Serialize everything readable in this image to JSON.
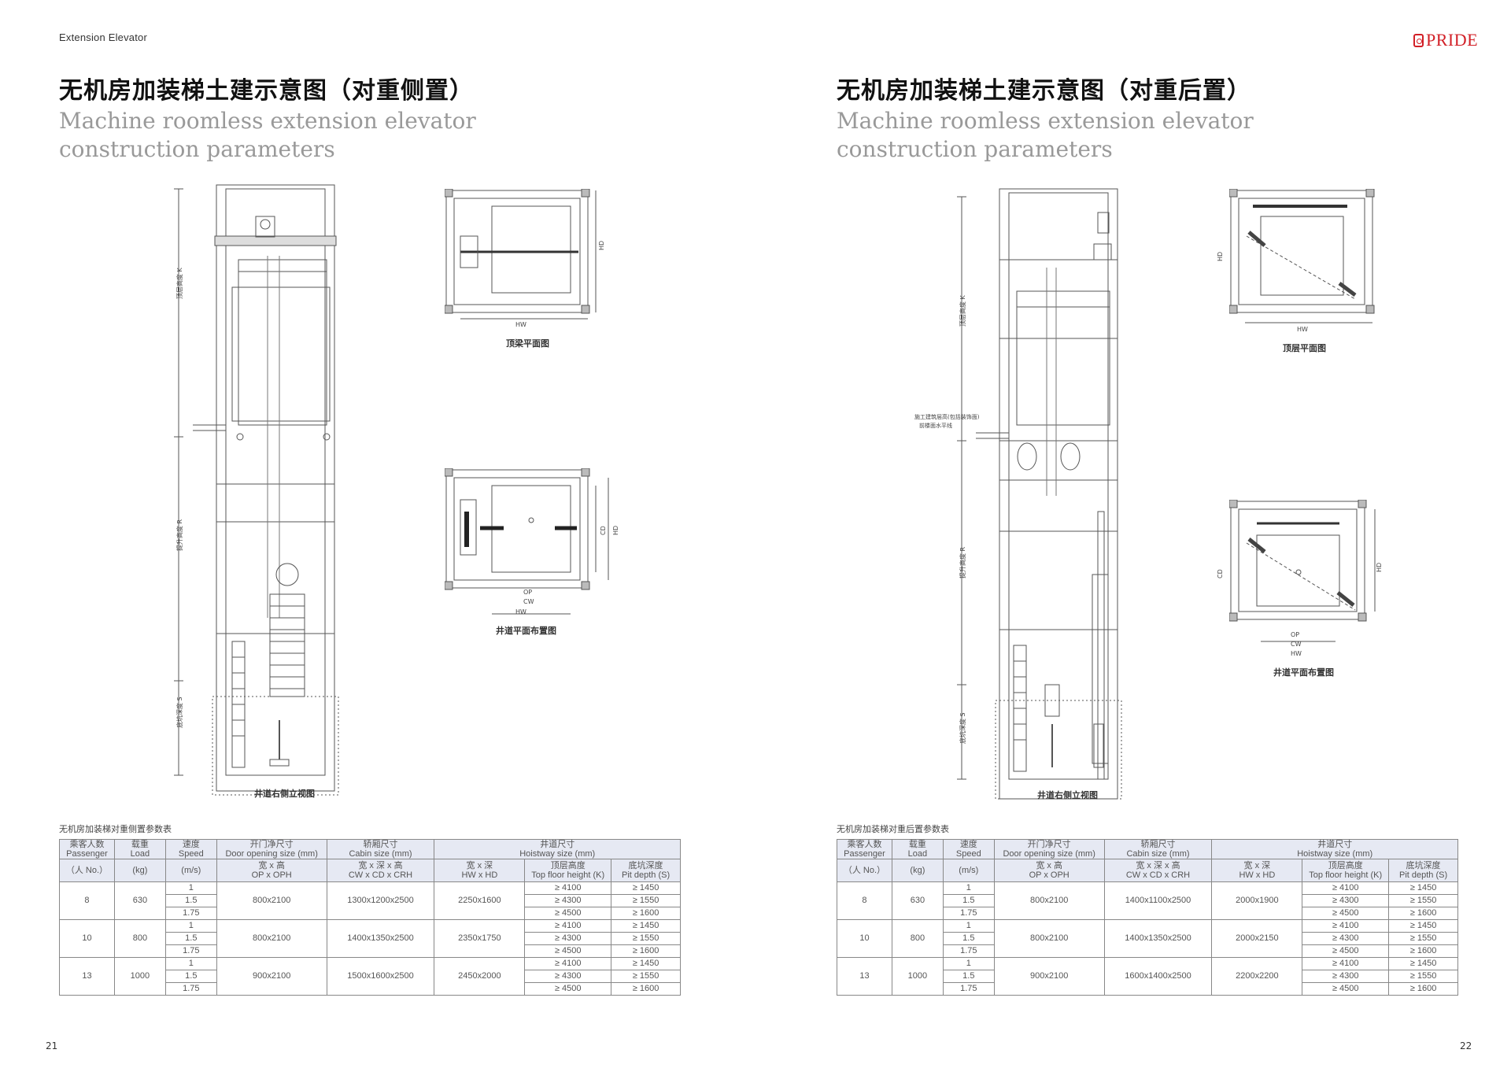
{
  "header": {
    "tag": "Extension Elevator",
    "brand": "PRIDE"
  },
  "left": {
    "title_zh": "无机房加装梯土建示意图（对重侧置）",
    "title_en": [
      "Machine roomless extension elevator",
      "construction parameters"
    ],
    "captions": {
      "elevation": "井道右侧立视图",
      "top_plan": "顶梁平面图",
      "shaft_plan": "井道平面布置图"
    },
    "elev_labels": {
      "top": "顶层高度 K",
      "travel": "提升高度 R",
      "pit": "底坑深度 S"
    },
    "plan_labels": {
      "hw": "HW",
      "hd": "HD",
      "cd": "CD",
      "op": "OP",
      "cw": "CW"
    },
    "table_caption": "无机房加装梯对重侧置参数表",
    "page_number": "21",
    "table": {
      "h": {
        "passenger": [
          "乘客人数",
          "Passenger"
        ],
        "load": [
          "载重",
          "Load"
        ],
        "speed": [
          "速度",
          "Speed"
        ],
        "door": [
          "开门净尺寸",
          "Door opening size (mm)"
        ],
        "cabin": [
          "轿厢尺寸",
          "Cabin size (mm)"
        ],
        "hoistway": [
          "井道尺寸",
          "Hoistway size (mm)"
        ],
        "unit_passenger": "（人 No.）",
        "unit_load": "(kg)",
        "unit_speed": "(m/s)",
        "door_sub": [
          "宽 x 高",
          "OP x OPH"
        ],
        "cabin_sub": [
          "宽 x 深 x 高",
          "CW x CD x CRH"
        ],
        "hw_sub": [
          "宽 x 深",
          "HW x HD"
        ],
        "k_sub": [
          "顶层高度",
          "Top floor height (K)"
        ],
        "s_sub": [
          "底坑深度",
          "Pit depth (S)"
        ]
      },
      "groups": [
        {
          "passenger": "8",
          "load": "630",
          "door": "800x2100",
          "cabin": "1300x1200x2500",
          "hoistway": "2250x1600",
          "rows": [
            {
              "speed": "1",
              "k": "≥ 4100",
              "s": "≥ 1450"
            },
            {
              "speed": "1.5",
              "k": "≥ 4300",
              "s": "≥ 1550"
            },
            {
              "speed": "1.75",
              "k": "≥ 4500",
              "s": "≥ 1600"
            }
          ]
        },
        {
          "passenger": "10",
          "load": "800",
          "door": "800x2100",
          "cabin": "1400x1350x2500",
          "hoistway": "2350x1750",
          "rows": [
            {
              "speed": "1",
              "k": "≥ 4100",
              "s": "≥ 1450"
            },
            {
              "speed": "1.5",
              "k": "≥ 4300",
              "s": "≥ 1550"
            },
            {
              "speed": "1.75",
              "k": "≥ 4500",
              "s": "≥ 1600"
            }
          ]
        },
        {
          "passenger": "13",
          "load": "1000",
          "door": "900x2100",
          "cabin": "1500x1600x2500",
          "hoistway": "2450x2000",
          "rows": [
            {
              "speed": "1",
              "k": "≥ 4100",
              "s": "≥ 1450"
            },
            {
              "speed": "1.5",
              "k": "≥ 4300",
              "s": "≥ 1550"
            },
            {
              "speed": "1.75",
              "k": "≥ 4500",
              "s": "≥ 1600"
            }
          ]
        }
      ]
    }
  },
  "right": {
    "title_zh": "无机房加装梯土建示意图（对重后置）",
    "title_en": [
      "Machine roomless extension elevator",
      "construction parameters"
    ],
    "captions": {
      "elevation": "井道右侧立视图",
      "top_plan": "顶层平面图",
      "shaft_plan": "井道平面布置图"
    },
    "elev_labels": {
      "top": "顶层高度 K",
      "travel": "提升高度 R",
      "pit": "底坑深度 S",
      "note1": "施工建筑层高(包括装饰面)",
      "note2": "前楼面水平线"
    },
    "plan_labels": {
      "hw": "HW",
      "hd": "HD",
      "cd": "CD",
      "op": "OP",
      "cw": "CW"
    },
    "table_caption": "无机房加装梯对重后置参数表",
    "page_number": "22",
    "table": {
      "h": {
        "passenger": [
          "乘客人数",
          "Passenger"
        ],
        "load": [
          "载重",
          "Load"
        ],
        "speed": [
          "速度",
          "Speed"
        ],
        "door": [
          "开门净尺寸",
          "Door opening size (mm)"
        ],
        "cabin": [
          "轿厢尺寸",
          "Cabin size (mm)"
        ],
        "hoistway": [
          "井道尺寸",
          "Hoistway size (mm)"
        ],
        "unit_passenger": "（人 No.）",
        "unit_load": "(kg)",
        "unit_speed": "(m/s)",
        "door_sub": [
          "宽 x 高",
          "OP x OPH"
        ],
        "cabin_sub": [
          "宽 x 深 x 高",
          "CW x CD x CRH"
        ],
        "hw_sub": [
          "宽 x 深",
          "HW x HD"
        ],
        "k_sub": [
          "顶层高度",
          "Top floor height (K)"
        ],
        "s_sub": [
          "底坑深度",
          "Pit depth (S)"
        ]
      },
      "groups": [
        {
          "passenger": "8",
          "load": "630",
          "door": "800x2100",
          "cabin": "1400x1100x2500",
          "hoistway": "2000x1900",
          "rows": [
            {
              "speed": "1",
              "k": "≥ 4100",
              "s": "≥ 1450"
            },
            {
              "speed": "1.5",
              "k": "≥ 4300",
              "s": "≥ 1550"
            },
            {
              "speed": "1.75",
              "k": "≥ 4500",
              "s": "≥ 1600"
            }
          ]
        },
        {
          "passenger": "10",
          "load": "800",
          "door": "800x2100",
          "cabin": "1400x1350x2500",
          "hoistway": "2000x2150",
          "rows": [
            {
              "speed": "1",
              "k": "≥ 4100",
              "s": "≥ 1450"
            },
            {
              "speed": "1.5",
              "k": "≥ 4300",
              "s": "≥ 1550"
            },
            {
              "speed": "1.75",
              "k": "≥ 4500",
              "s": "≥ 1600"
            }
          ]
        },
        {
          "passenger": "13",
          "load": "1000",
          "door": "900x2100",
          "cabin": "1600x1400x2500",
          "hoistway": "2200x2200",
          "rows": [
            {
              "speed": "1",
              "k": "≥ 4100",
              "s": "≥ 1450"
            },
            {
              "speed": "1.5",
              "k": "≥ 4300",
              "s": "≥ 1550"
            },
            {
              "speed": "1.75",
              "k": "≥ 4500",
              "s": "≥ 1600"
            }
          ]
        }
      ]
    }
  },
  "colors": {
    "brand": "#d21f26",
    "header_fill": "#e6e9f3",
    "subtitle": "#999999"
  }
}
